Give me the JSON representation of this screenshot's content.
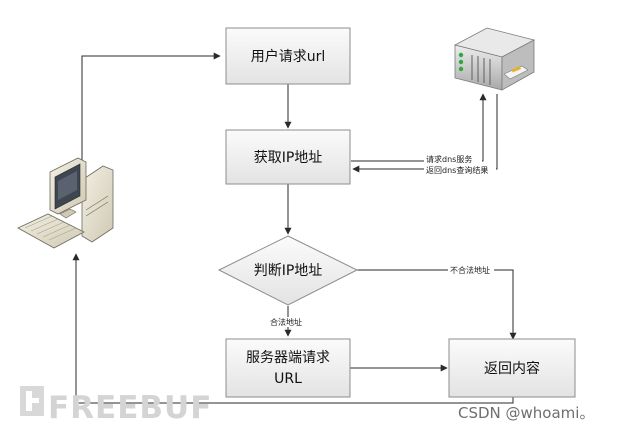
{
  "nodes": {
    "request_url": "用户请求url",
    "get_ip": "获取IP地址",
    "judge_ip": "判断IP地址",
    "server_request_line1": "服务器端请求",
    "server_request_line2": "URL",
    "return_content": "返回内容"
  },
  "edges": {
    "dns_request": "请求dns服务",
    "dns_result": "返回dns查询结果",
    "legal": "合法地址",
    "illegal": "不合法地址"
  },
  "watermarks": {
    "freebuf": "FREEBUF",
    "csdn": "CSDN @whoami。"
  },
  "icons": {
    "computer": "desktop-computer-icon",
    "server": "dns-server-icon"
  },
  "colors": {
    "node_fill": "#f1f1f1",
    "node_stroke": "#8c8c8c",
    "edge": "#2a2a2a",
    "watermark": "#6f6f6f"
  }
}
